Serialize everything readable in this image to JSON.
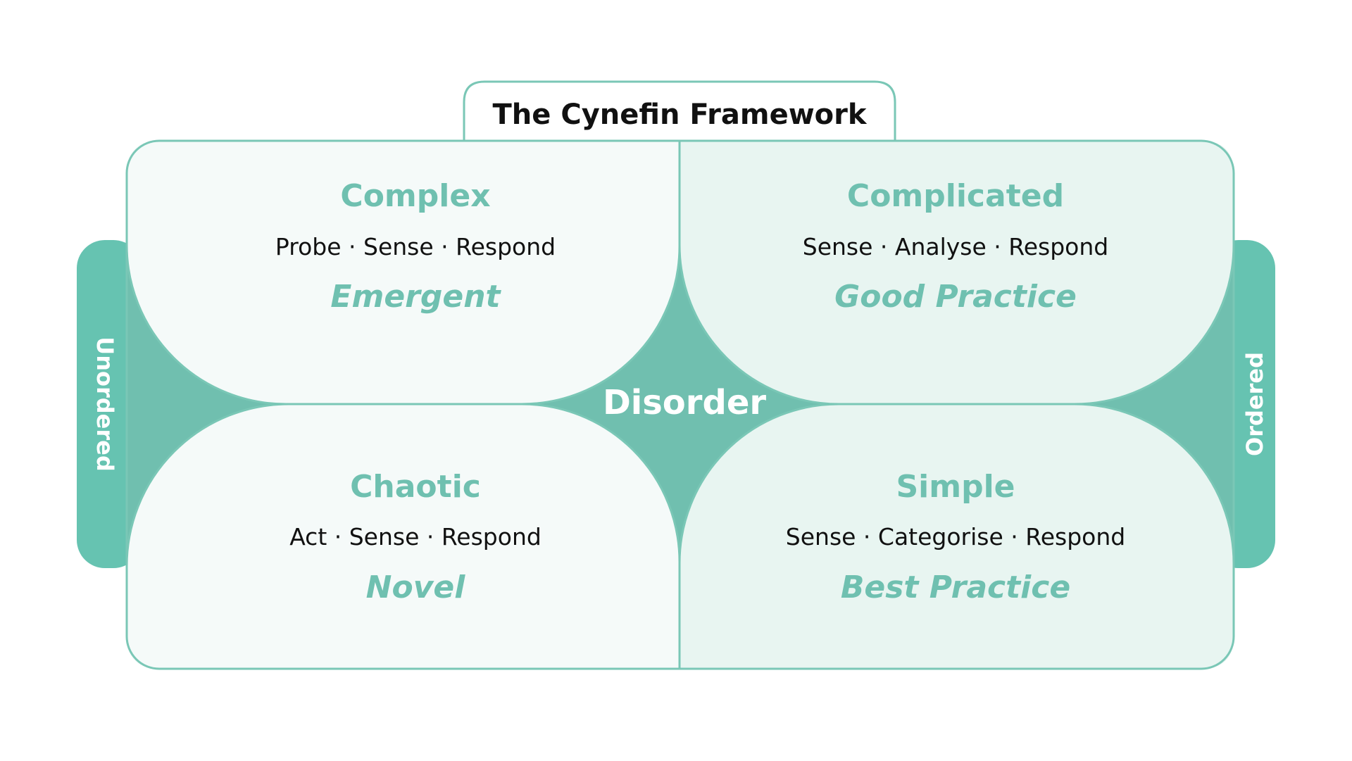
{
  "header": {
    "title": "The Cynefin Framework"
  },
  "center": {
    "label": "Disorder"
  },
  "axes": {
    "left": "Unordered",
    "right": "Ordered"
  },
  "domains": {
    "complex": {
      "title": "Complex",
      "steps": "Probe · Sense · Respond",
      "practice": "Emergent"
    },
    "complicated": {
      "title": "Complicated",
      "steps": "Sense · Analyse · Respond",
      "practice": "Good Practice"
    },
    "chaotic": {
      "title": "Chaotic",
      "steps": "Act · Sense · Respond",
      "practice": "Novel"
    },
    "simple": {
      "title": "Simple",
      "steps": "Sense · Categorise · Respond",
      "practice": "Best Practice"
    }
  },
  "colors": {
    "accent": "#66c3b1",
    "center_fill": "#70bfaf",
    "border": "#7ac7b6",
    "panel_left": "#f5faf9",
    "panel_right": "#e8f5f1",
    "accent_text": "#6fc0b0",
    "body_text": "#111111",
    "white_text": "#ffffff"
  }
}
